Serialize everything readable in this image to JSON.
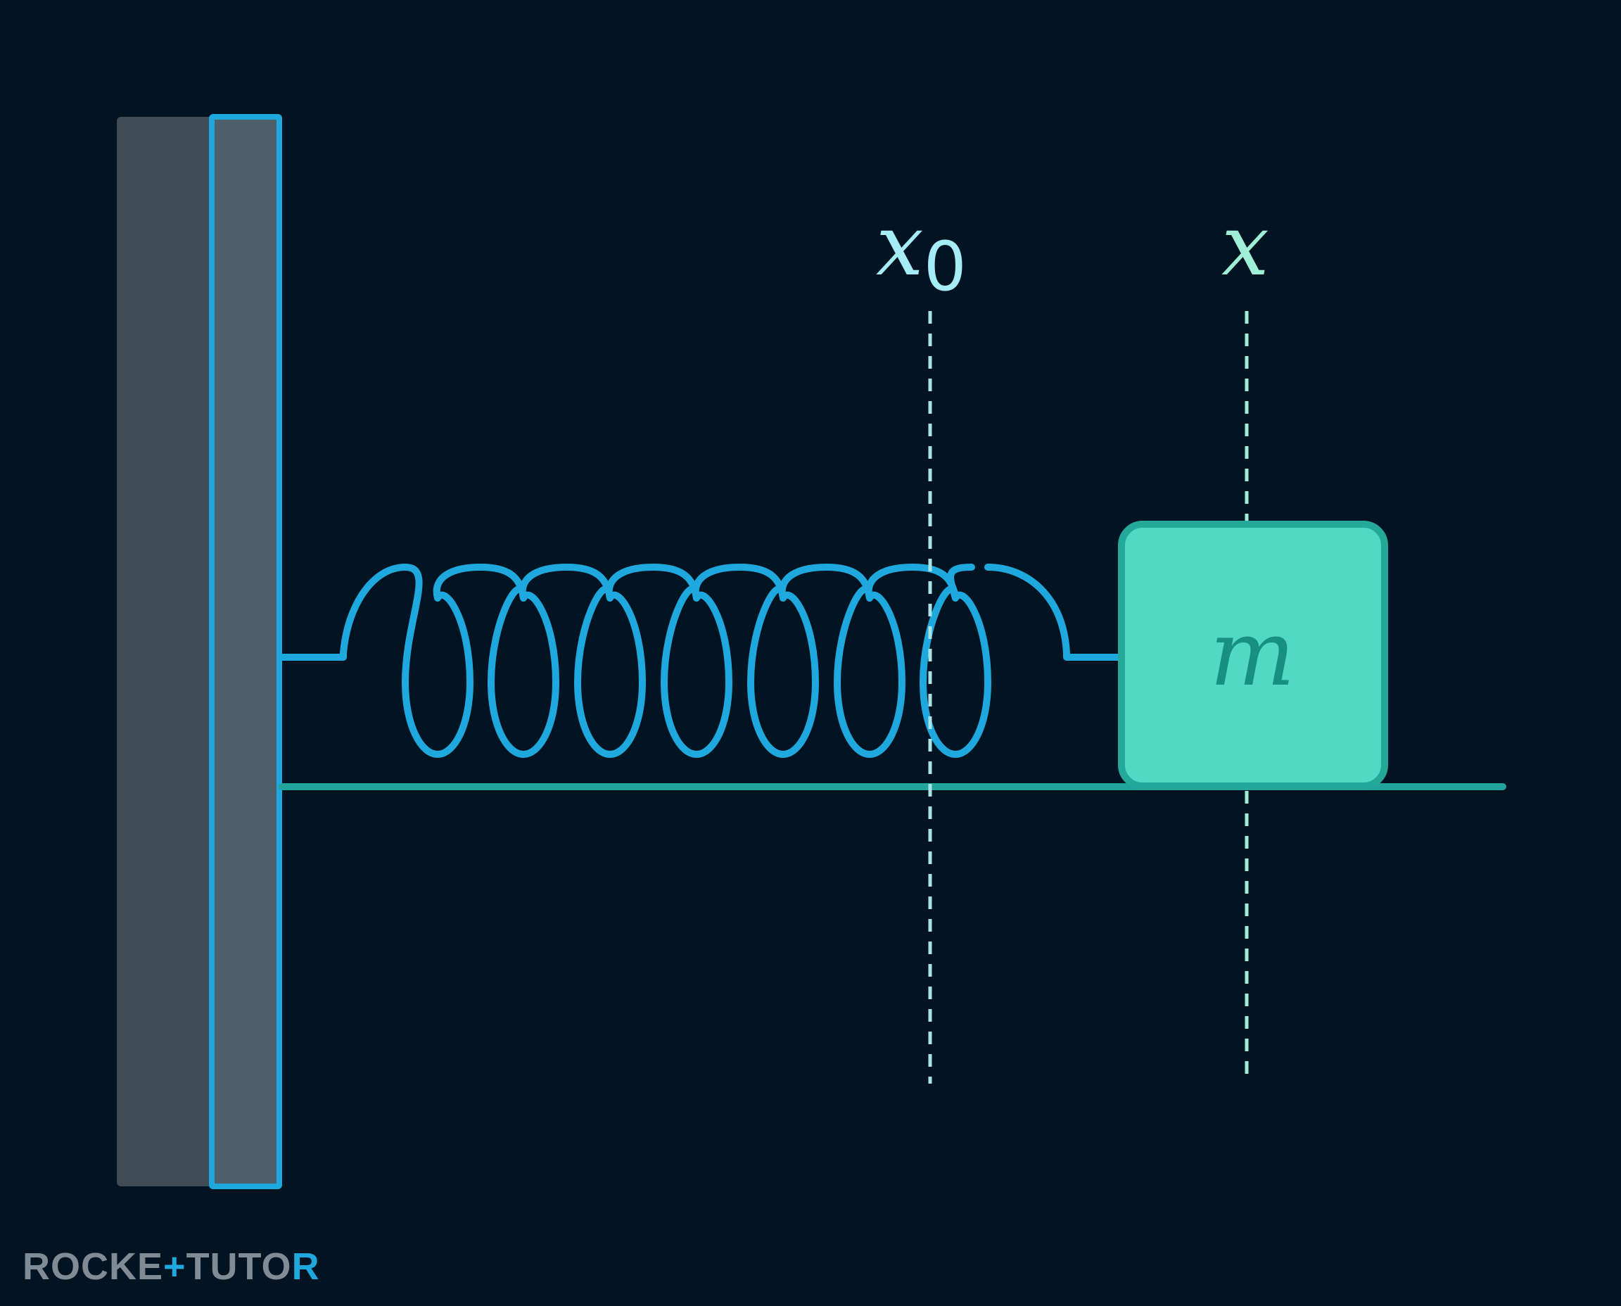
{
  "diagram": {
    "labels": {
      "equilibrium_base": "x",
      "equilibrium_subscript": "0",
      "position": "x",
      "mass": "m"
    },
    "colors": {
      "background": "#021421",
      "wall_back": "#3f4b55",
      "wall_front": "#4e606b",
      "spring": "#1ea8de",
      "floor": "#22a39c",
      "block_fill": "#52d9c6",
      "block_edge": "#25a89a",
      "mass_label": "#178f82",
      "x0_label": "#a6ecf7",
      "x_label": "#9eefd6",
      "dashed_line": "#a8e4e6",
      "brand_gray": "#7f8c96",
      "brand_accent": "#1ea8de"
    },
    "icons": [
      "wall",
      "spring",
      "mass-block",
      "floor"
    ]
  },
  "branding": {
    "part1": "ROCKE",
    "cross": "+",
    "part2": "TUTO",
    "part3": "R"
  }
}
